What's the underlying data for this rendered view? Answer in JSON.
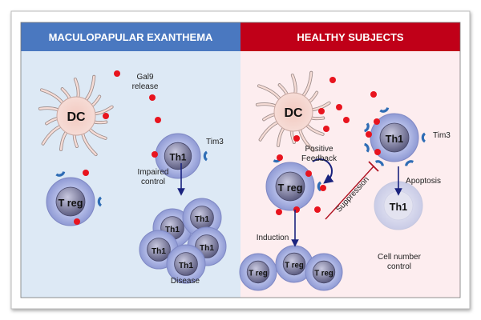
{
  "panels": {
    "left": {
      "title": "MACULOPAPULAR EXANTHEMA",
      "header_color": "#4a78c0",
      "background": "#dde9f5"
    },
    "right": {
      "title": "HEALTHY SUBJECTS",
      "header_color": "#c00018",
      "background": "#fdedef"
    }
  },
  "cells": {
    "dc": "DC",
    "th1": "Th1",
    "treg": "T reg"
  },
  "labels": {
    "gal9_line1": "Gal9",
    "gal9_line2": "release",
    "tim3": "Tim3",
    "impaired_line1": "Impaired",
    "impaired_line2": "control",
    "disease": "Disease",
    "positive_line1": "Positive",
    "positive_line2": "Feedback",
    "induction": "Induction",
    "suppression": "Suppression",
    "apoptosis": "Apoptosis",
    "cell_number_line1": "Cell number",
    "cell_number_line2": "control"
  },
  "colors": {
    "gal9": "#e8141e",
    "arrow": "#1a237e",
    "suppression": "#b01020",
    "tim3": "#2f6db5"
  }
}
